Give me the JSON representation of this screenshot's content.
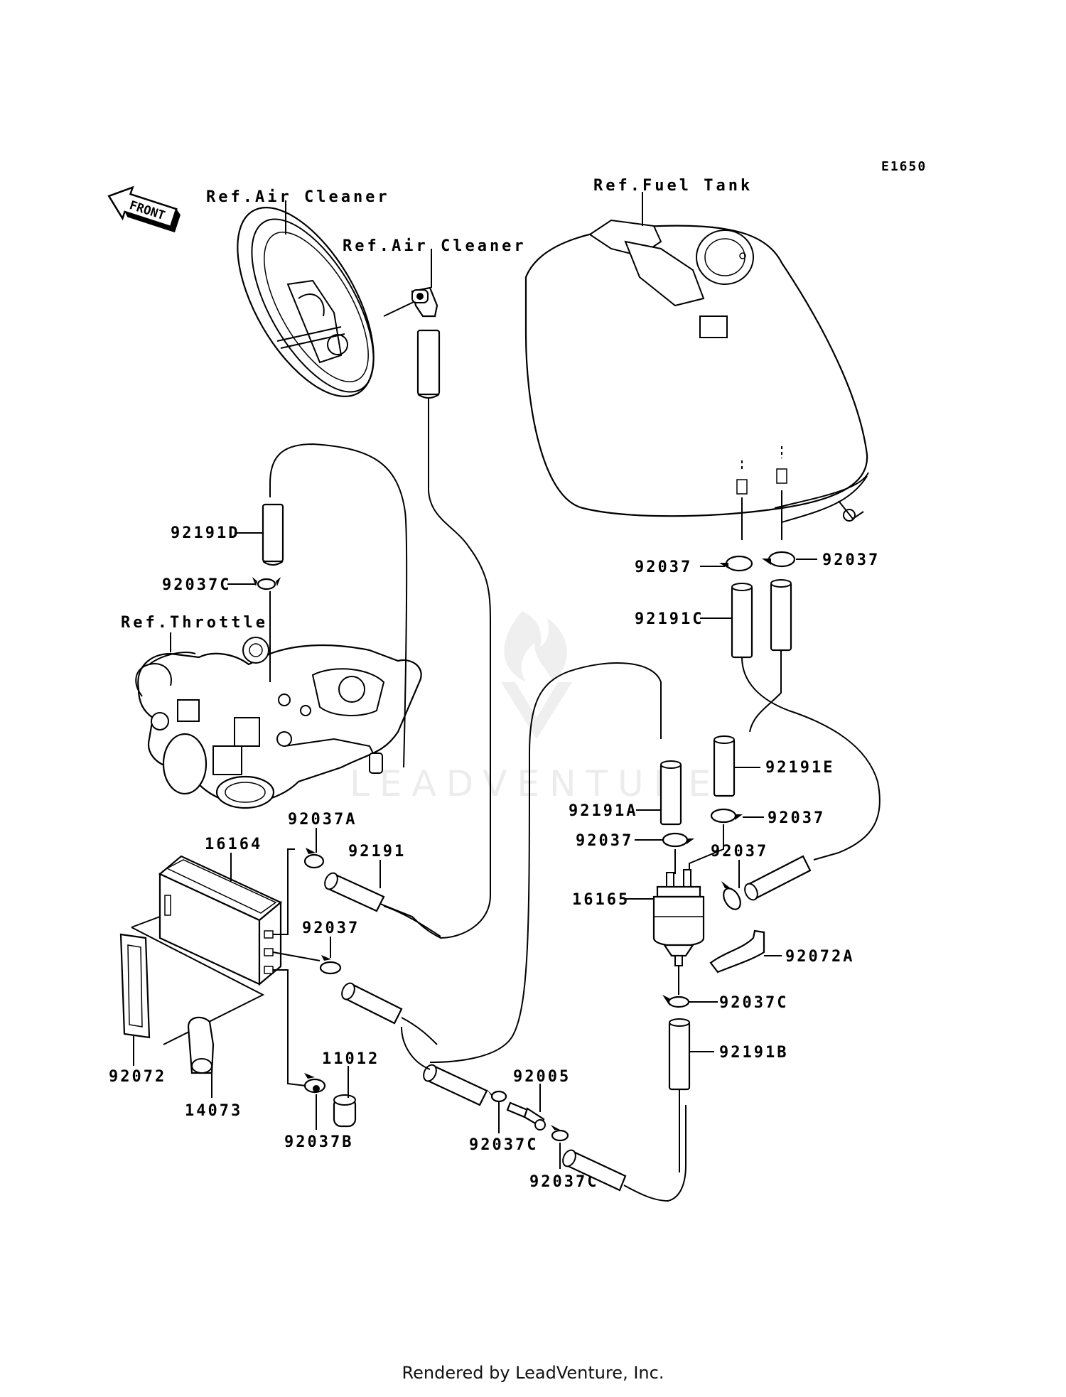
{
  "diagram_code": "E1650",
  "orientation_badge": "FRONT",
  "watermark": "LEADVENTURE",
  "footer": "Rendered by LeadVenture, Inc.",
  "references": {
    "air_cleaner_housing": "Ref.Air Cleaner",
    "air_cleaner_fitting": "Ref.Air Cleaner",
    "fuel_tank": "Ref.Fuel Tank",
    "throttle": "Ref.Throttle"
  },
  "callouts": {
    "hose_92191D": "92191D",
    "clamp_92037C_top": "92037C",
    "canister_16164": "16164",
    "clamp_92037A": "92037A",
    "hose_92191": "92191",
    "clamp_92037_left": "92037",
    "bracket_92072": "92072",
    "cap_14073": "14073",
    "plug_11012": "11012",
    "clamp_92037B": "92037B",
    "fitting_92005": "92005",
    "clamp_92037C_mid": "92037C",
    "clamp_92037C_low": "92037C",
    "clamp_92037_tank_left": "92037",
    "clamp_92037_tank_right": "92037",
    "hose_92191C": "92191C",
    "hose_92191E": "92191E",
    "hose_92191A": "92191A",
    "clamp_92037_e": "92037",
    "clamp_92037_a": "92037",
    "clamp_92037_filter": "92037",
    "filter_16165": "16165",
    "band_92072A": "92072A",
    "clamp_92037C_filter": "92037C",
    "hose_92191B": "92191B"
  }
}
